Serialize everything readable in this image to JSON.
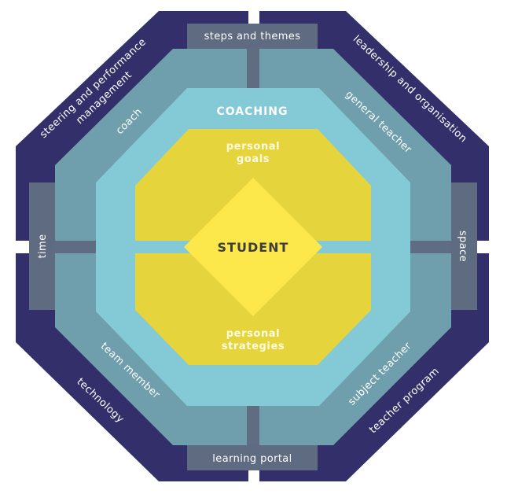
{
  "colors": {
    "outer_ring": "#322f6b",
    "middle_ring": "#6f9fac",
    "inner_ring": "#84c9d6",
    "core": "#e6d43d",
    "center": "#fde84b",
    "tab": "#5e6b81",
    "divider": "#5f6d82",
    "text_light": "#ffffff",
    "text_dark": "#3d3d3d"
  },
  "outer_labels": {
    "top": "steps and themes",
    "bottom": "learning portal",
    "left": "time",
    "right": "space",
    "top_left_line1": "steering and performance",
    "top_left_line2": "management",
    "top_right": "leadership and organisation",
    "bottom_left": "technology",
    "bottom_right": "teacher program"
  },
  "middle_labels": {
    "top_left": "coach",
    "top_right": "general teacher",
    "bottom_left": "team member",
    "bottom_right": "subject teacher"
  },
  "inner_label": "COACHING",
  "core_labels": {
    "top_line1": "personal",
    "top_line2": "goals",
    "bottom_line1": "personal",
    "bottom_line2": "strategies"
  },
  "center_label": "STUDENT"
}
